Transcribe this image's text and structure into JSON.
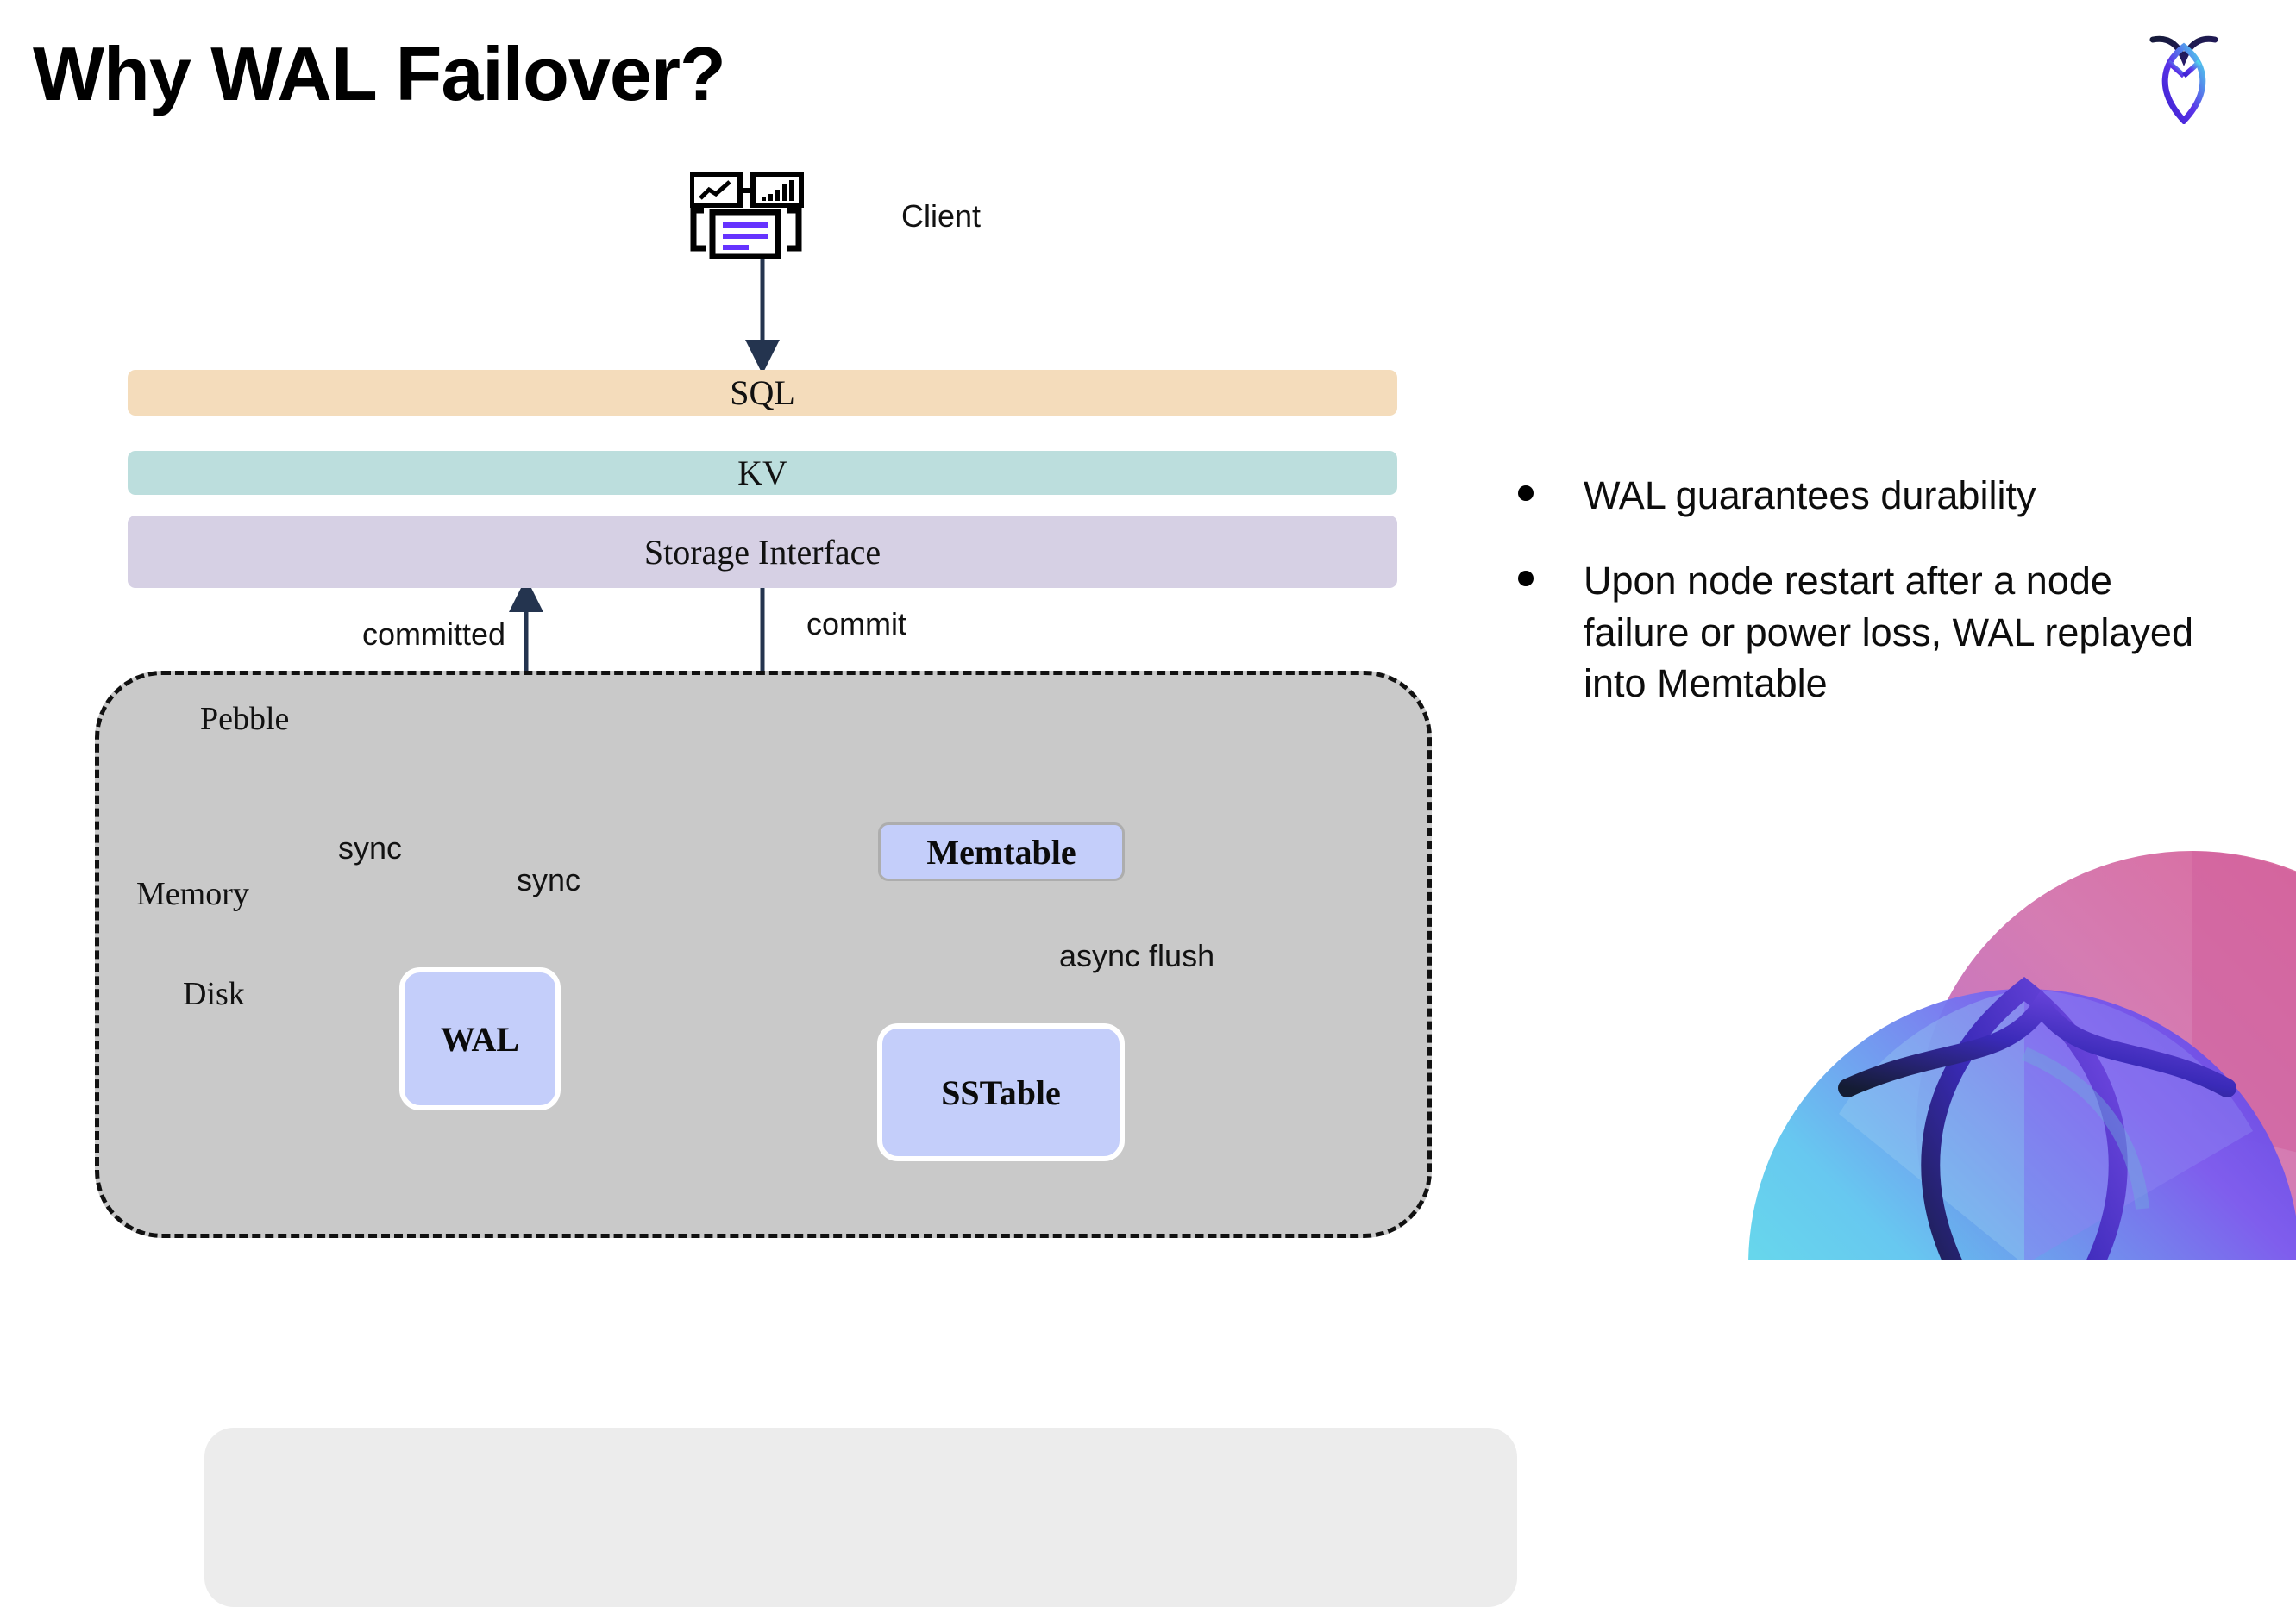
{
  "slide": {
    "title": "Why WAL Failover?",
    "brand_logo_name": "cockroachdb-logo"
  },
  "diagram": {
    "client": {
      "label": "Client",
      "icon": "client-devices-icon"
    },
    "layers": [
      {
        "id": "sql",
        "label": "SQL",
        "color": "#f4dcbb"
      },
      {
        "id": "kv",
        "label": "KV",
        "color": "#bcdedd"
      },
      {
        "id": "storage",
        "label": "Storage Interface",
        "color": "#d6d0e4"
      }
    ],
    "container": {
      "label": "Pebble",
      "fill": "#c9c9c9",
      "border_color": "#111111",
      "regions": [
        {
          "id": "memory",
          "label": "Memory",
          "fill": "#ececec"
        },
        {
          "id": "disk",
          "label": "Disk",
          "fill": "#c9c9c9"
        }
      ]
    },
    "nodes": [
      {
        "id": "memtable",
        "label": "Memtable",
        "fill": "#c4cefa",
        "border": "#adadad"
      },
      {
        "id": "wal",
        "label": "WAL",
        "fill": "#c4cefa",
        "border": "#ffffff"
      },
      {
        "id": "sstable",
        "label": "SSTable",
        "fill": "#c4cefa",
        "border": "#ffffff"
      }
    ],
    "edges": [
      {
        "id": "client-to-sql",
        "label": ""
      },
      {
        "id": "committed",
        "label": "committed"
      },
      {
        "id": "commit",
        "label": "commit"
      },
      {
        "id": "sync-left",
        "label": "sync"
      },
      {
        "id": "sync-right",
        "label": "sync"
      },
      {
        "id": "async-flush",
        "label": "async flush"
      }
    ],
    "edge_color": "#24344f"
  },
  "bullets": [
    "WAL guarantees durability",
    "Upon node restart after a node failure or power loss, WAL replayed into Memtable"
  ],
  "colors": {
    "accent_purple": "#6633ff",
    "edge_navy": "#24344f",
    "node_blue": "#c4cefa",
    "decor_pink": "#d35b9a",
    "decor_cyan": "#5ae8e0"
  }
}
